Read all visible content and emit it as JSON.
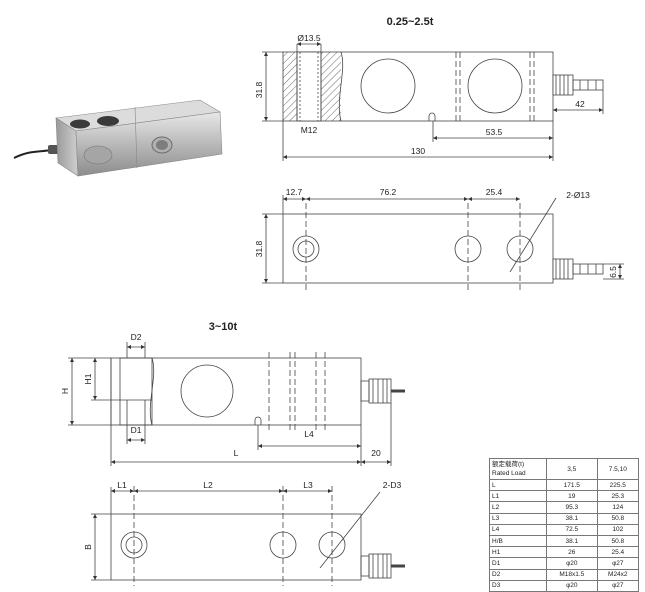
{
  "section_top": {
    "title": "0.25~2.5t"
  },
  "section_bottom": {
    "title": "3~10t"
  },
  "dims_top_side": {
    "hole_dia": "Ø13.5",
    "height": "31.8",
    "thread": "M12",
    "cable": "42",
    "length_from_end": "53.5",
    "total_length": "130"
  },
  "dims_top_plan": {
    "d1": "12.7",
    "d2": "76.2",
    "d3": "25.4",
    "holes": "2-Ø13",
    "height": "31.8",
    "cable_offset": "6.5"
  },
  "dims_bottom_side": {
    "D2": "D2",
    "H": "H",
    "H1": "H1",
    "D1": "D1",
    "L4": "L4",
    "L": "L",
    "cable": "20"
  },
  "dims_bottom_plan": {
    "L1": "L1",
    "L2": "L2",
    "L3": "L3",
    "holes": "2-D3",
    "B": "B"
  },
  "spec_table": {
    "header": {
      "label_cn": "额定载荷(t)",
      "label_en": "Rated Load",
      "col1": "3,5",
      "col2": "7.5,10"
    },
    "rows": [
      {
        "label": "L",
        "c1": "171.5",
        "c2": "225.5"
      },
      {
        "label": "L1",
        "c1": "19",
        "c2": "25.3"
      },
      {
        "label": "L2",
        "c1": "95.3",
        "c2": "124"
      },
      {
        "label": "L3",
        "c1": "38.1",
        "c2": "50.8"
      },
      {
        "label": "L4",
        "c1": "72.5",
        "c2": "102"
      },
      {
        "label": "H/B",
        "c1": "38.1",
        "c2": "50.8"
      },
      {
        "label": "H1",
        "c1": "26",
        "c2": "25.4"
      },
      {
        "label": "D1",
        "c1": "φ20",
        "c2": "φ27"
      },
      {
        "label": "D2",
        "c1": "M18x1.5",
        "c2": "M24x2"
      },
      {
        "label": "D3",
        "c1": "φ20",
        "c2": "φ27"
      }
    ]
  }
}
